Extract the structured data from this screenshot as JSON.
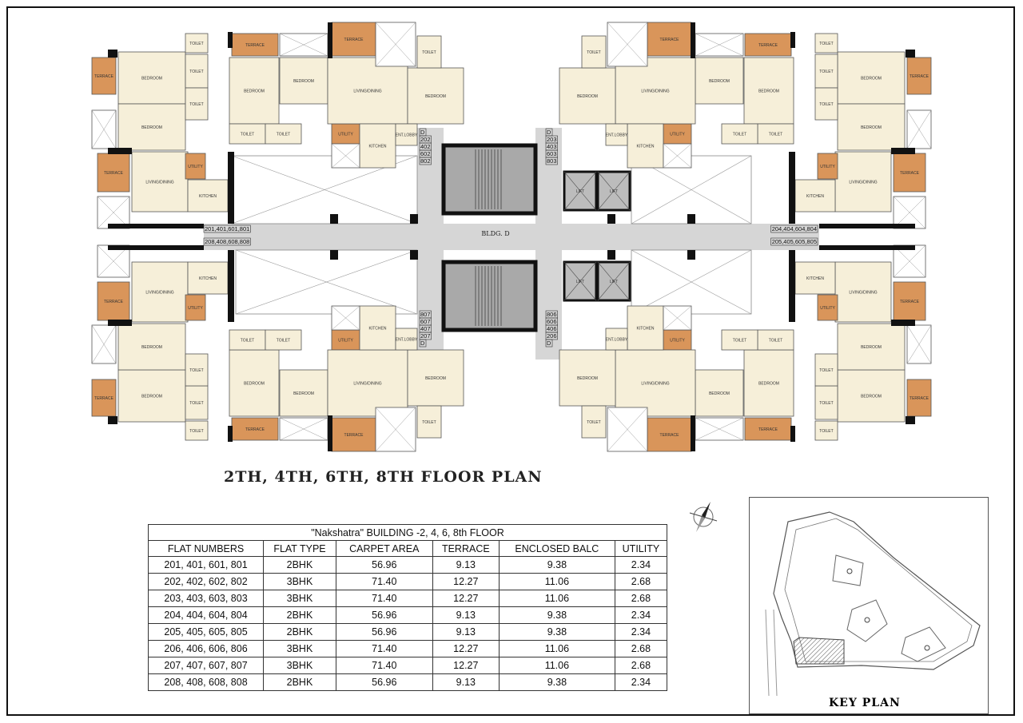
{
  "plan": {
    "building_label": "BLDG. D",
    "flat_tags": {
      "left_upper": "201,401,601,801",
      "left_lower": "208,408,608,808",
      "right_upper": "204,404,604,804",
      "right_lower": "205,405,605,805",
      "core_top_left": [
        "D",
        "202",
        "402",
        "602",
        "802"
      ],
      "core_top_right": [
        "D",
        "203",
        "403",
        "603",
        "803"
      ],
      "core_bottom_left": [
        "807",
        "607",
        "407",
        "207",
        "D"
      ],
      "core_bottom_right": [
        "806",
        "606",
        "406",
        "206",
        "D"
      ]
    },
    "room_labels": {
      "bedroom": "BEDROOM",
      "living": "LIVING/DINING",
      "kitchen": "KITCHEN",
      "toilet": "TOILET",
      "terrace": "TERRACE",
      "utility": "UTILITY",
      "ent_lobby": "ENT.LOBBY",
      "lift": "LIFT"
    },
    "colors": {
      "room": "#f6efd9",
      "terrace": "#d9955a",
      "core": "#d6d6d6",
      "stair": "#a9a9a9",
      "wall": "#111111"
    }
  },
  "title": "2TH, 4TH, 6TH, 8TH FLOOR PLAN",
  "area_table": {
    "caption": "\"Nakshatra\"  BUILDING -2, 4, 6, 8th FLOOR",
    "headers": [
      "FLAT NUMBERS",
      "FLAT TYPE",
      "CARPET AREA",
      "TERRACE",
      "ENCLOSED BALC",
      "UTILITY"
    ],
    "rows": [
      [
        "201, 401, 601, 801",
        "2BHK",
        "56.96",
        "9.13",
        "9.38",
        "2.34"
      ],
      [
        "202, 402, 602, 802",
        "3BHK",
        "71.40",
        "12.27",
        "11.06",
        "2.68"
      ],
      [
        "203, 403, 603, 803",
        "3BHK",
        "71.40",
        "12.27",
        "11.06",
        "2.68"
      ],
      [
        "204, 404, 604, 804",
        "2BHK",
        "56.96",
        "9.13",
        "9.38",
        "2.34"
      ],
      [
        "205, 405, 605, 805",
        "2BHK",
        "56.96",
        "9.13",
        "9.38",
        "2.34"
      ],
      [
        "206, 406, 606, 806",
        "3BHK",
        "71.40",
        "12.27",
        "11.06",
        "2.68"
      ],
      [
        "207, 407, 607, 807",
        "3BHK",
        "71.40",
        "12.27",
        "11.06",
        "2.68"
      ],
      [
        "208, 408, 608, 808",
        "2BHK",
        "56.96",
        "9.13",
        "9.38",
        "2.34"
      ]
    ]
  },
  "key_plan": {
    "title": "KEY PLAN"
  },
  "compass_icon": "north-arrow-icon"
}
